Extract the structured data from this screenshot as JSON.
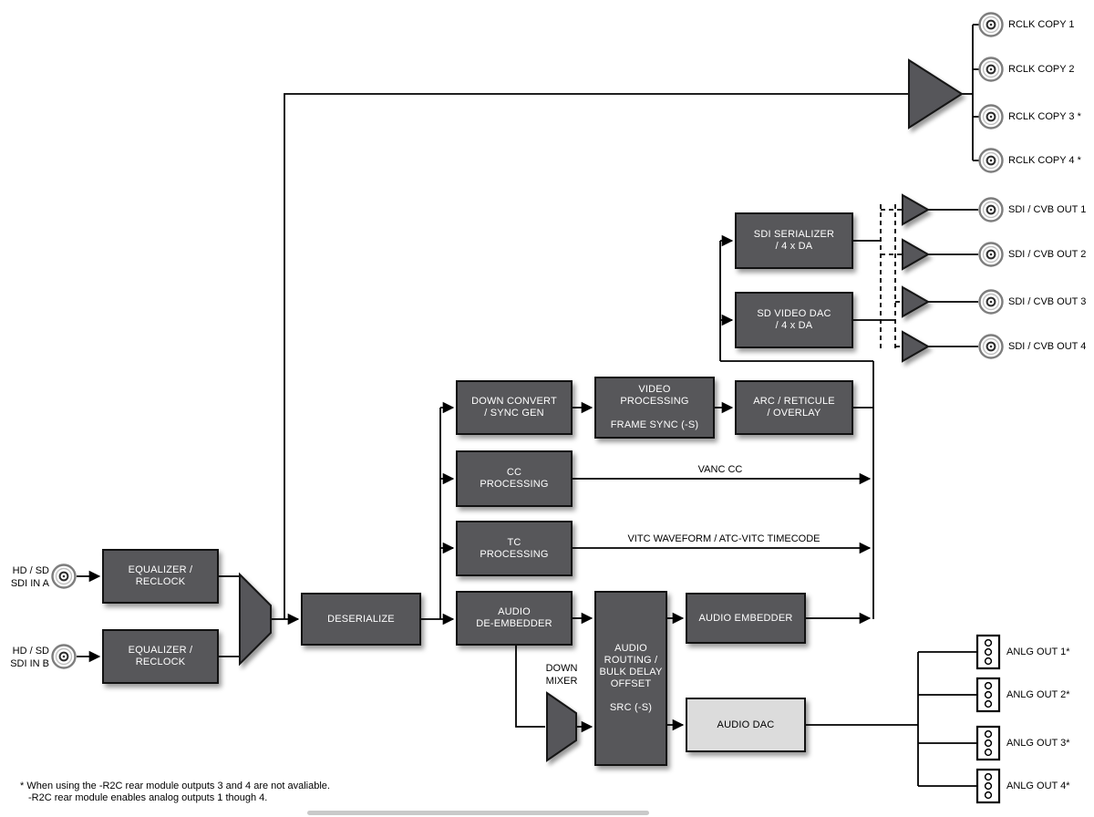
{
  "diagram": {
    "boxes": {
      "eq_a": {
        "label": "EQUALIZER /\nRECLOCK"
      },
      "eq_b": {
        "label": "EQUALIZER /\nRECLOCK"
      },
      "deserialize": {
        "label": "DESERIALIZE"
      },
      "down_convert": {
        "label": "DOWN CONVERT\n/ SYNC GEN"
      },
      "video_processing": {
        "label": "VIDEO\nPROCESSING\n\nFRAME SYNC (-S)"
      },
      "arc_reticule": {
        "label": "ARC / RETICULE\n/ OVERLAY"
      },
      "cc_processing": {
        "label": "CC\nPROCESSING"
      },
      "tc_processing": {
        "label": "TC\nPROCESSING"
      },
      "audio_deembedder": {
        "label": "AUDIO\nDE-EMBEDDER"
      },
      "audio_routing": {
        "label": "AUDIO\nROUTING /\nBULK DELAY\nOFFSET\n\nSRC (-S)"
      },
      "audio_embedder": {
        "label": "AUDIO EMBEDDER"
      },
      "audio_dac": {
        "label": "AUDIO DAC"
      },
      "sdi_serializer": {
        "label": "SDI SERIALIZER\n/ 4 x DA"
      },
      "sd_video_dac": {
        "label": "SD VIDEO DAC\n/ 4 x DA"
      }
    },
    "inputs": [
      {
        "label": "HD / SD\nSDI IN A"
      },
      {
        "label": "HD / SD\nSDI IN B"
      }
    ],
    "rclk_outputs": [
      {
        "label": "RCLK COPY 1"
      },
      {
        "label": "RCLK COPY 2"
      },
      {
        "label": "RCLK COPY 3 *"
      },
      {
        "label": "RCLK COPY 4 *"
      }
    ],
    "sdi_outputs": [
      {
        "label": "SDI / CVB OUT 1"
      },
      {
        "label": "SDI / CVB OUT 2"
      },
      {
        "label": "SDI / CVB OUT 3"
      },
      {
        "label": "SDI / CVB OUT 4"
      }
    ],
    "anlg_outputs": [
      {
        "label": "ANLG OUT 1*"
      },
      {
        "label": "ANLG OUT 2*"
      },
      {
        "label": "ANLG OUT 3*"
      },
      {
        "label": "ANLG OUT 4*"
      }
    ],
    "wire_labels": {
      "vanc_cc": "VANC CC",
      "vitc": "VITC WAVEFORM / ATC-VITC TIMECODE",
      "down_mixer": "DOWN\nMIXER"
    },
    "footnote": {
      "line1": "* When using the -R2C rear module outputs 3 and 4 are not avaliable.",
      "line2": "-R2C rear module enables analog outputs 1 though 4."
    },
    "colors": {
      "box_dark": "#57575A",
      "box_light": "#DCDCDC",
      "line": "#000000"
    }
  }
}
